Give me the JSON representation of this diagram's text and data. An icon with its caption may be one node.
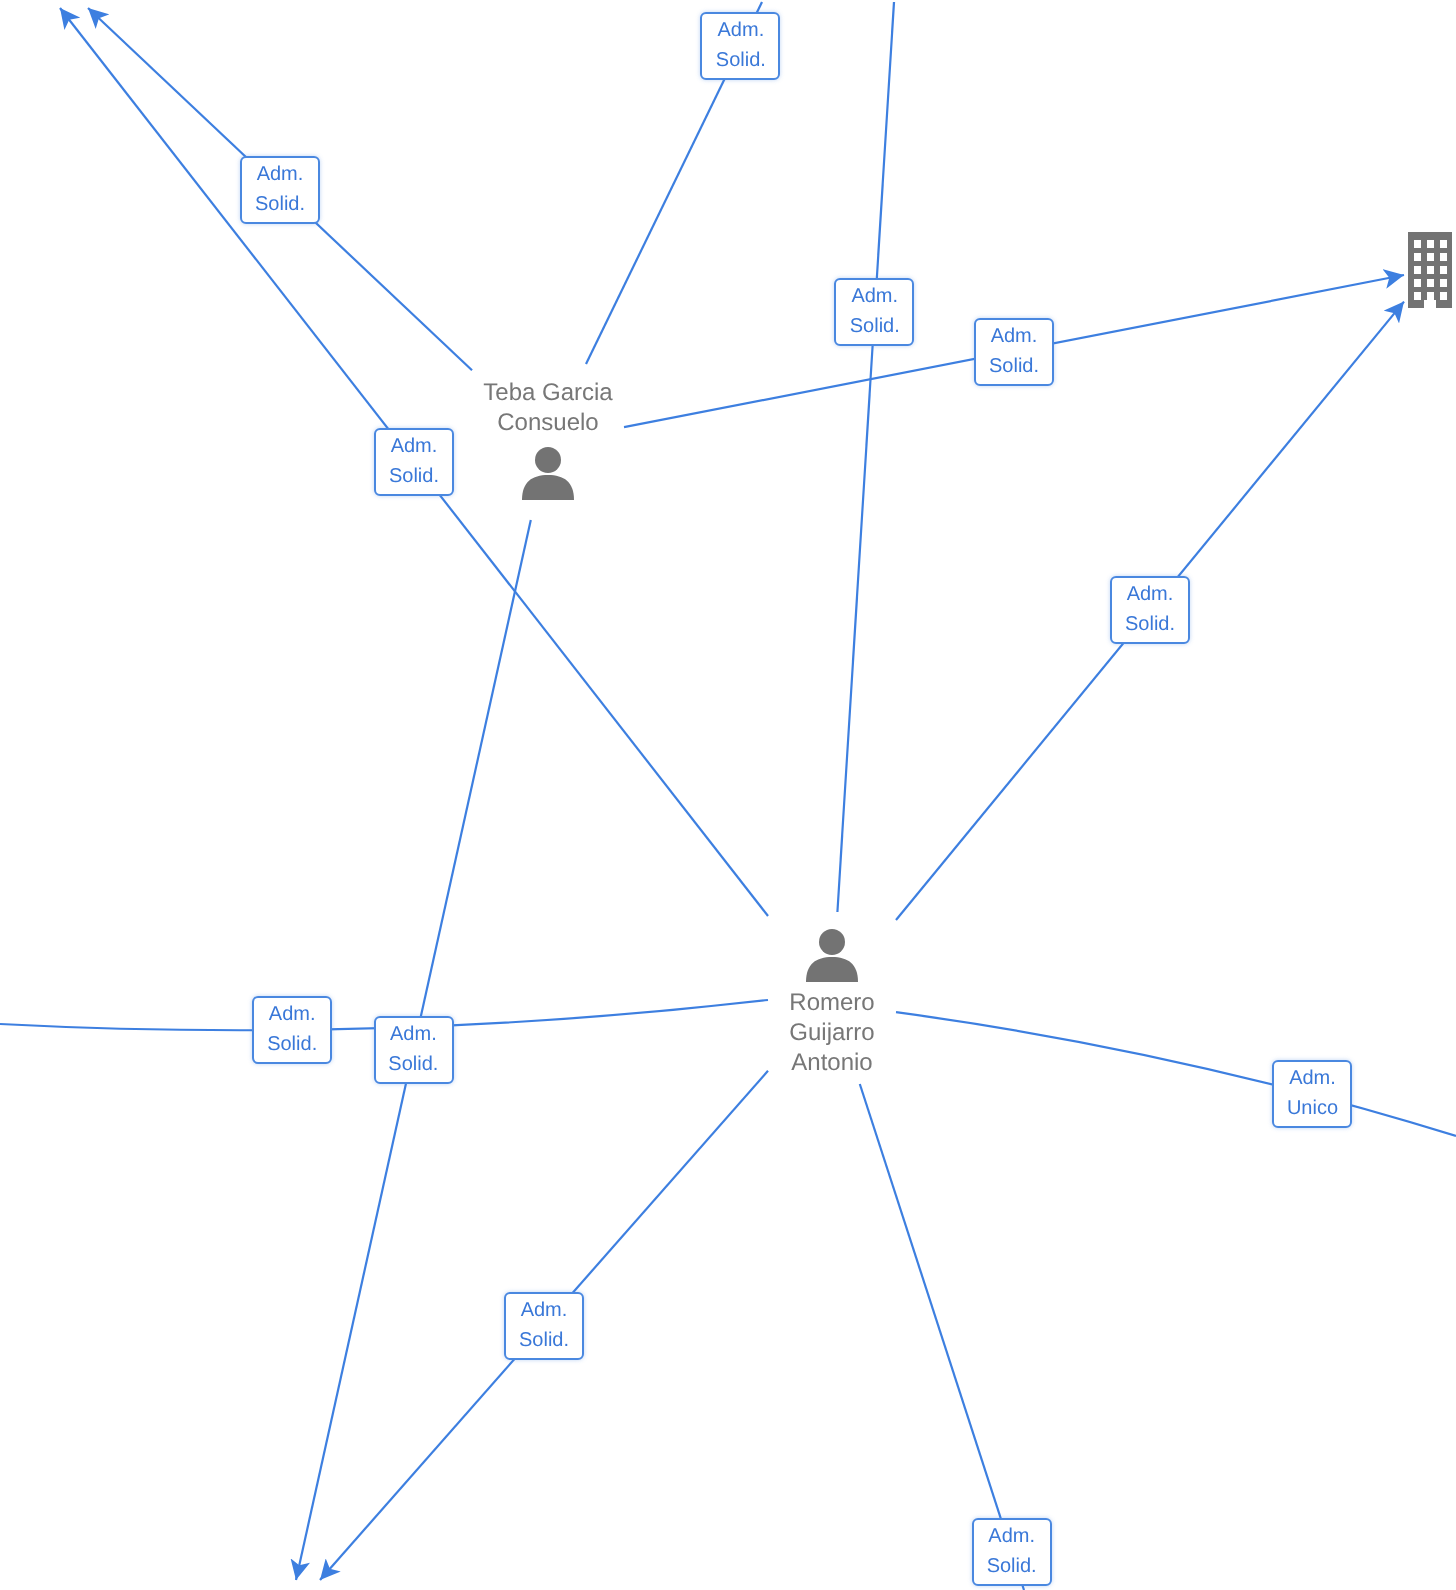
{
  "diagram": {
    "nodes": [
      {
        "text": [],
        "shape": "picture"
      },
      {
        "text": [
          "Teba Garcia Consuelo"
        ]
      },
      {
        "text": [
          "Romero Guijarro Antonio"
        ]
      }
    ],
    "edges": [
      {
        "from": 1,
        "to": null,
        "arrow": "to",
        "label": "Adm. Solid."
      },
      {
        "from": 1,
        "to": null,
        "arrow": "none",
        "label": "Adm. Solid."
      },
      {
        "from": 1,
        "to": 0,
        "arrow": "to",
        "label": "Adm. Solid."
      },
      {
        "from": 1,
        "to": null,
        "arrow": "to",
        "label": "Adm. Solid."
      },
      {
        "from": 2,
        "to": null,
        "arrow": "to",
        "label": "Adm. Solid."
      },
      {
        "from": 2,
        "to": null,
        "arrow": "none",
        "label": "Adm. Solid."
      },
      {
        "from": 2,
        "to": 0,
        "arrow": "to",
        "label": "Adm. Solid."
      },
      {
        "from": 2,
        "to": null,
        "arrow": "none",
        "label": "Adm. Solid."
      },
      {
        "from": 2,
        "to": null,
        "arrow": "none",
        "label": "Adm. Unico"
      },
      {
        "from": 2,
        "to": null,
        "arrow": "to",
        "label": "Adm. Solid."
      },
      {
        "from": 2,
        "to": null,
        "arrow": "none",
        "label": "Adm. Solid."
      }
    ]
  }
}
